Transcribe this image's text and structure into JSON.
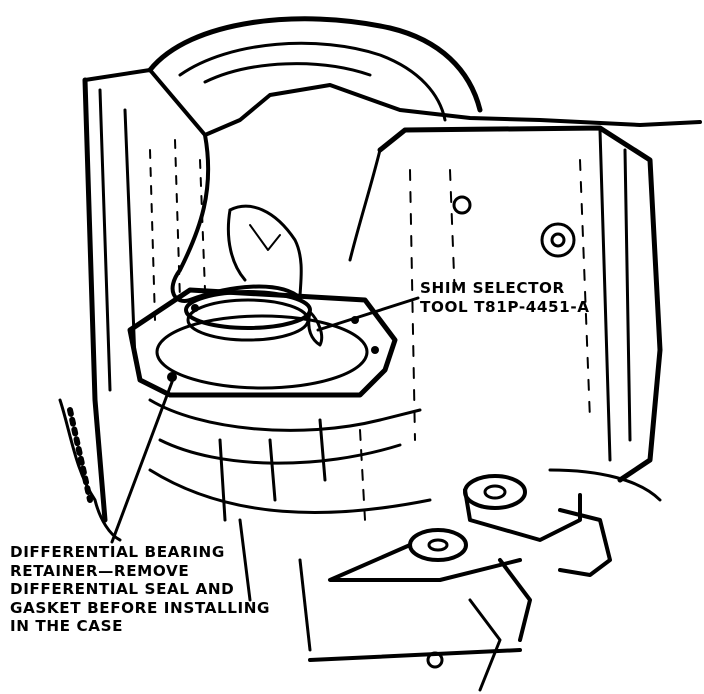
{
  "callouts": {
    "shim_selector": {
      "lines": [
        "SHIM SELECTOR",
        "TOOL T81P-4451-A"
      ]
    },
    "bearing_retainer": {
      "lines": [
        "DIFFERENTIAL BEARING",
        "RETAINER—REMOVE",
        "DIFFERENTIAL SEAL AND",
        "GASKET BEFORE INSTALLING",
        "IN THE CASE"
      ]
    }
  },
  "colors": {
    "ink": "#000000",
    "paper": "#ffffff"
  }
}
